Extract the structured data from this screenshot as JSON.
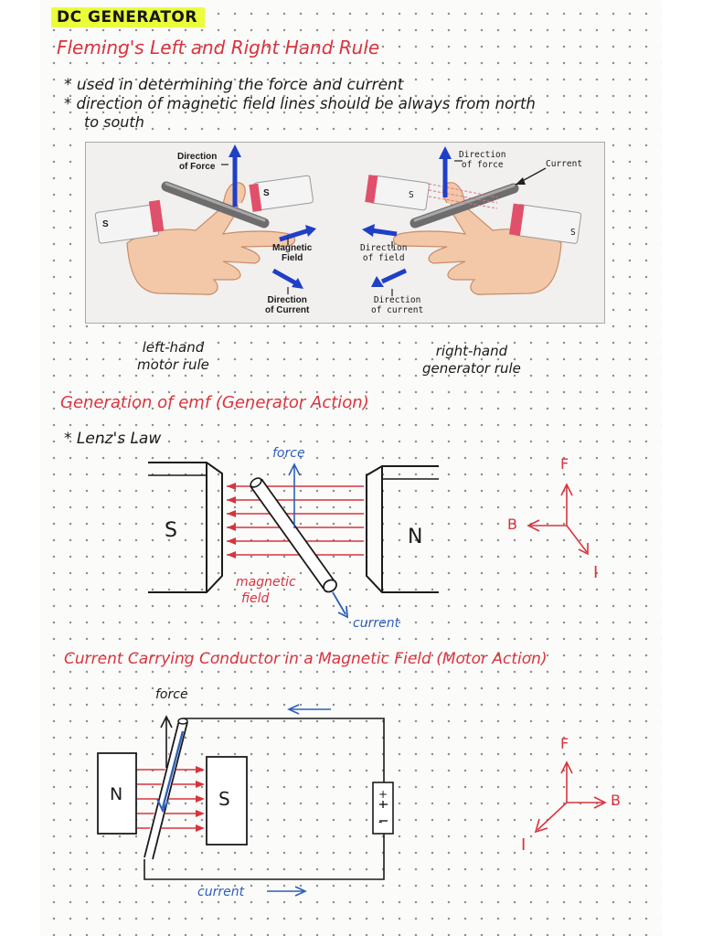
{
  "page": {
    "title": "DC GENERATOR",
    "heading_fleming": "Fleming's Left and Right Hand Rule",
    "bullets": [
      "* used in determining the force and current",
      "* direction of magnetic field lines should be always from north",
      "to south"
    ]
  },
  "figure": {
    "left": {
      "direction_of_force": [
        "Direction",
        "of Force"
      ],
      "magnetic_field": [
        "Magnetic",
        "Field"
      ],
      "direction_of_current": [
        "Direction",
        "of Current"
      ],
      "magnet_label_a": "S",
      "magnet_label_b": "S"
    },
    "right": {
      "direction_of_force": [
        "Direction",
        "of force"
      ],
      "current": "Current",
      "direction_of_field": [
        "Direction",
        "of field"
      ],
      "direction_of_current": [
        "Direction",
        "of current"
      ],
      "magnet_label_a": "S",
      "magnet_label_b": "S"
    }
  },
  "captions": {
    "left": [
      "left-hand",
      "motor rule"
    ],
    "right": [
      "right-hand",
      "generator rule"
    ]
  },
  "generator": {
    "heading": "Generation of emf (Generator Action)",
    "bullet": "* Lenz's Law",
    "pole_left": "S",
    "pole_right": "N",
    "force": "force",
    "magnetic_field": [
      "magnetic",
      "field"
    ],
    "current": "current",
    "axes": {
      "f": "F",
      "b": "B",
      "i": "I"
    }
  },
  "motor": {
    "heading": "Current Carrying Conductor in a Magnetic Field (Motor Action)",
    "force": "force",
    "pole_left": "N",
    "pole_right": "S",
    "battery_plus": "+",
    "battery_minus": "-",
    "current": "current",
    "axes": {
      "f": "F",
      "b": "B",
      "i": "I"
    }
  },
  "colors": {
    "red": "#d8343d",
    "blue": "#2e5fb8",
    "highlight": "#eaff3a",
    "ink": "#1b1b1b"
  }
}
